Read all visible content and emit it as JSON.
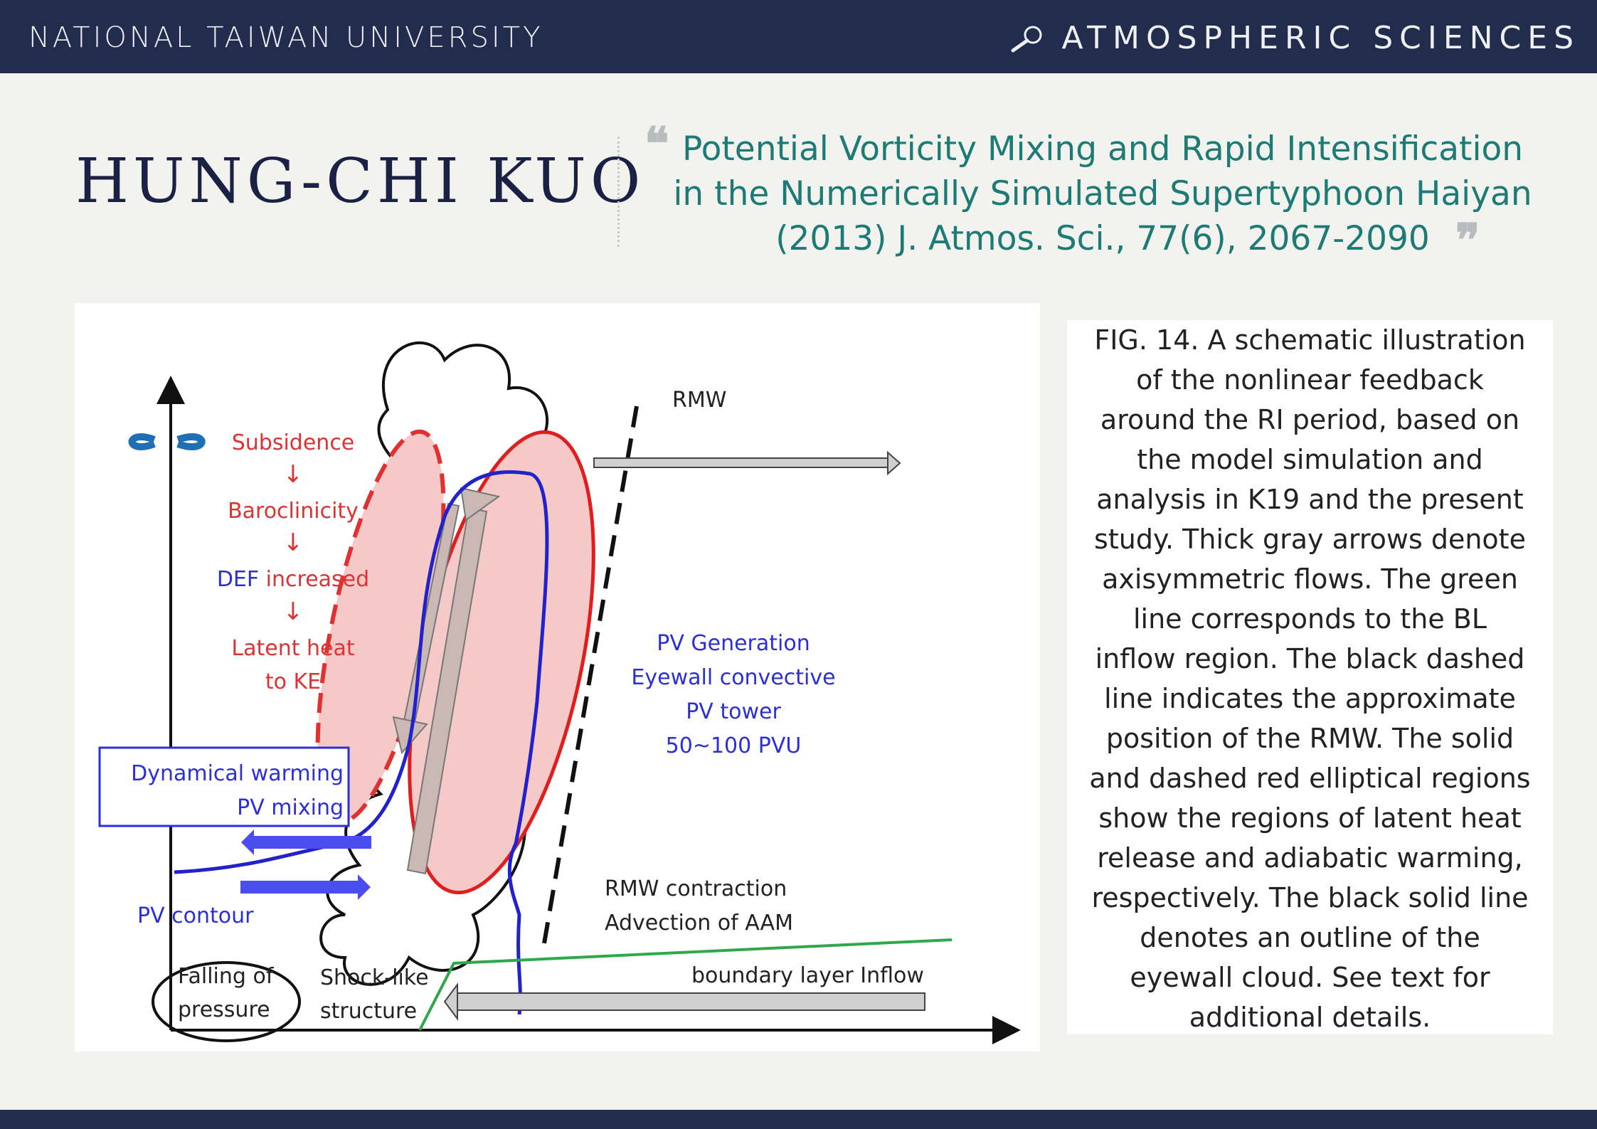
{
  "header": {
    "university": "NATIONAL TAIWAN UNIVERSITY",
    "department": "ATMOSPHERIC SCIENCES",
    "icon": "magnifier-icon"
  },
  "author": "HUNG-CHI KUO",
  "citation": {
    "line1": "Potential Vorticity Mixing and Rapid Intensification",
    "line2": "in the Numerically Simulated Supertyphoon Haiyan",
    "line3": "(2013)  J. Atmos. Sci., 77(6), 2067-2090",
    "color": "#1d7a74"
  },
  "figure_labels": {
    "rmw": "RMW",
    "subsidence": "Subsidence",
    "baroclinicity": "Baroclinicity",
    "def_increased": "DEF increased",
    "latent_heat_1": "Latent heat",
    "latent_heat_2": "to KE",
    "pv_generation": "PV Generation",
    "eyewall_convective": "Eyewall convective",
    "pv_tower": "PV tower",
    "pvu": "50~100 PVU",
    "dyn_warming": "Dynamical warming",
    "pv_mixing": "PV mixing",
    "pv_contour": "PV contour",
    "rmw_contraction": "RMW contraction",
    "advection_aam": "Advection of AAM",
    "falling_1": "Falling of",
    "falling_2": "pressure",
    "shock_1": "Shock-like",
    "shock_2": "structure",
    "bl_inflow": "boundary layer Inflow",
    "arrow_down": "↓"
  },
  "caption_lines": [
    "FIG. 14. A schematic illustration",
    "of the nonlinear feedback",
    "around the RI period, based on",
    "the model simulation and",
    "analysis in K19 and the present",
    "study. Thick gray arrows denote",
    "axisymmetric flows. The green",
    "line corresponds to the BL",
    "inflow region. The black dashed",
    "line indicates the approximate",
    "position of the RMW. The solid",
    "and dashed red elliptical regions",
    "show the regions of latent heat",
    "release and adiabatic warming,",
    "respectively. The black solid line",
    "denotes an outline of the",
    "eyewall cloud. See text for",
    "additional details."
  ]
}
